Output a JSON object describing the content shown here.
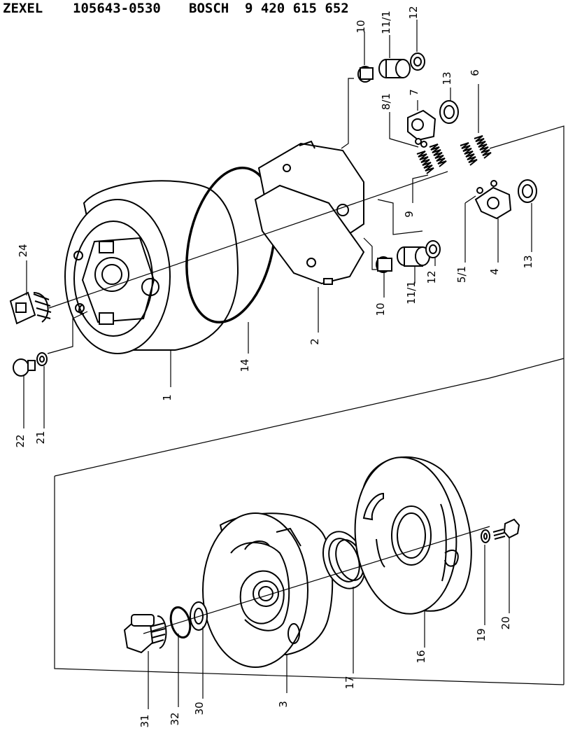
{
  "header": {
    "maker": "ZEXEL",
    "maker_part_no": "105643-0530",
    "oem": "BOSCH",
    "oem_part_no": "9 420 615 652"
  },
  "callouts": {
    "c1": "1",
    "c2": "2",
    "c3": "3",
    "c4": "4",
    "c5_1": "5/1",
    "c6": "6",
    "c7": "7",
    "c8_1": "8/1",
    "c9": "9",
    "c10_top": "10",
    "c10_bot": "10",
    "c11_1_top": "11/1",
    "c11_1_bot": "11/1",
    "c12_top": "12",
    "c12_bot": "12",
    "c13_top": "13",
    "c13_bot": "13",
    "c14": "14",
    "c16": "16",
    "c17": "17",
    "c19": "19",
    "c20": "20",
    "c21": "21",
    "c22": "22",
    "c24": "24",
    "c30": "30",
    "c31": "31",
    "c32": "32"
  }
}
